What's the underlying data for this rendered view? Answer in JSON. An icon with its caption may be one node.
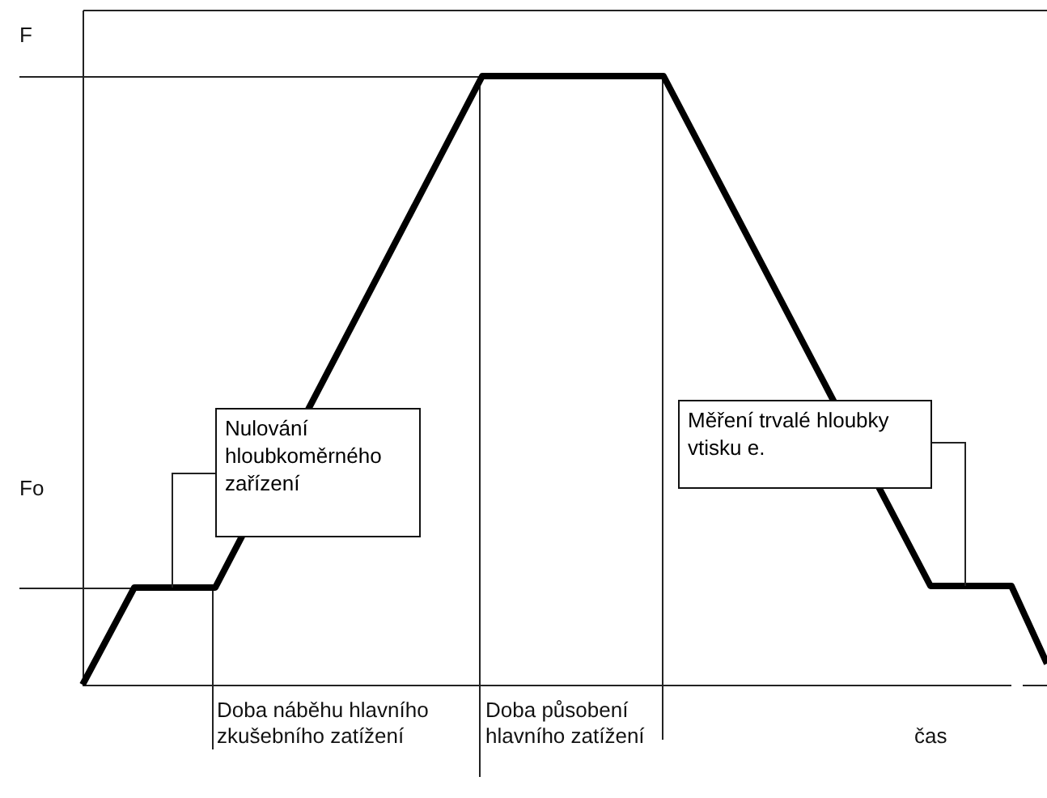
{
  "diagram": {
    "nodes": [
      {
        "text": [
          "Nulování hloubkoměrného zařízení"
        ]
      },
      {
        "text": [
          "Měření trvalé hloubky vtisku e."
        ]
      }
    ],
    "edges": [
      {
        "from": 0,
        "to": null,
        "arrow": "none"
      },
      {
        "from": 1,
        "to": null,
        "arrow": "none"
      }
    ],
    "labels": [
      "F",
      "Fo",
      "Doba náběhu hlavního zkušebního zatížení",
      "Doba působení hlavního zatížení",
      "čas"
    ]
  }
}
